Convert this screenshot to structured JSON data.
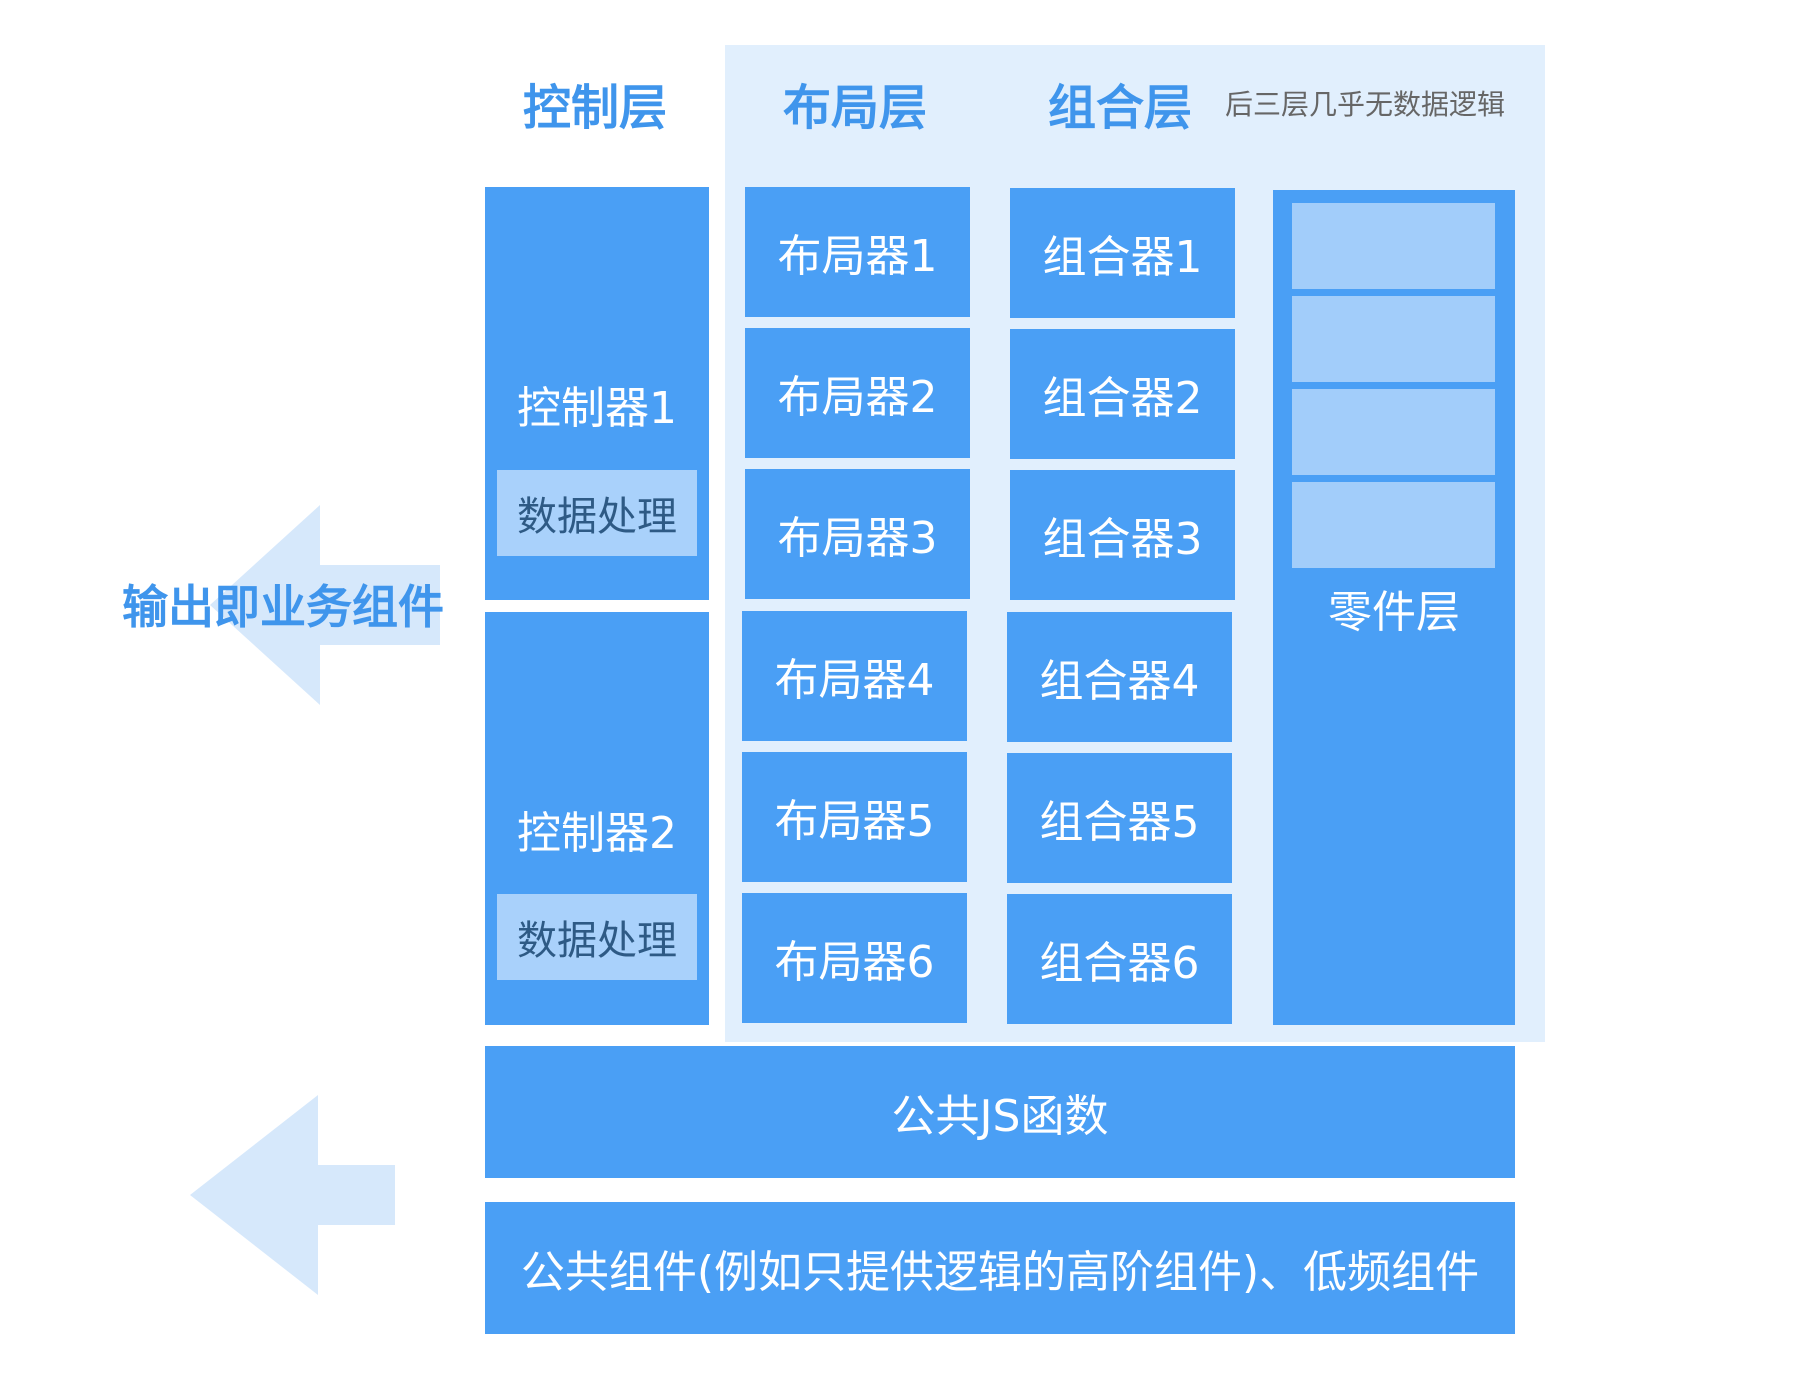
{
  "headers": {
    "control": "控制层",
    "layout": "布局层",
    "combine": "组合层",
    "note": "后三层几乎无数据逻辑"
  },
  "controllers": [
    {
      "label": "控制器1",
      "sub": "数据处理"
    },
    {
      "label": "控制器2",
      "sub": "数据处理"
    }
  ],
  "layouts": [
    "布局器1",
    "布局器2",
    "布局器3",
    "布局器4",
    "布局器5",
    "布局器6"
  ],
  "combiners": [
    "组合器1",
    "组合器2",
    "组合器3",
    "组合器4",
    "组合器5",
    "组合器6"
  ],
  "parts_layer": "零件层",
  "output_label": "输出即业务组件",
  "common_js": "公共JS函数",
  "common_components": "公共组件(例如只提供逻辑的高阶组件)、低频组件",
  "colors": {
    "primary": "#4a9ff5",
    "light_panel": "#e1effd",
    "sub_box": "#a9d1fb",
    "arrow": "#d6e8fb",
    "header_text": "#3f95ec"
  }
}
